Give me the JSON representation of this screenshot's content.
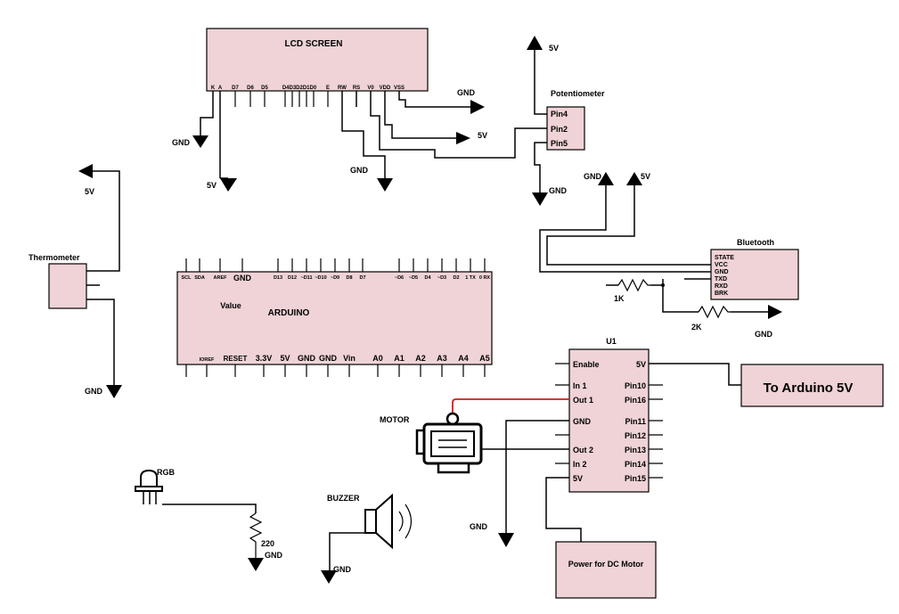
{
  "lcd": {
    "title": "LCD SCREEN",
    "pins": [
      "K",
      "A",
      "D7",
      "D6",
      "D5",
      "D4D3D2D1D0",
      "E",
      "RW",
      "RS",
      "V0",
      "VDD",
      "VSS"
    ]
  },
  "potentiometer": {
    "title": "Potentiometer",
    "pins": [
      "Pin4",
      "Pin2",
      "Pin5"
    ]
  },
  "bluetooth": {
    "title": "Bluetooth",
    "pins": [
      "STATE",
      "VCC",
      "GND",
      "TXD",
      "RXD",
      "BRK"
    ]
  },
  "thermometer": {
    "title": "Thermometer"
  },
  "arduino": {
    "title": "ARDUINO",
    "value_label": "Value",
    "top_pins": [
      "SCL",
      "SDA",
      "AREF",
      "GND",
      "D13",
      "D12",
      "~D11",
      "~D10",
      "~D9",
      "D8",
      "D7",
      "~D6",
      "~D5",
      "D4",
      "~D3",
      "D2",
      "1 TX",
      "0 RX"
    ],
    "bottom_pins": [
      "IOREF",
      "RESET",
      "3.3V",
      "5V",
      "GND",
      "GND",
      "Vin",
      "A0",
      "A1",
      "A2",
      "A3",
      "A4",
      "A5"
    ]
  },
  "u1": {
    "title": "U1",
    "left_pins": [
      "Enable",
      "In 1",
      "Out 1",
      "GND",
      "",
      "Out 2",
      "In 2",
      "5V"
    ],
    "right_pins": [
      "5V",
      "Pin10",
      "Pin16",
      "Pin11",
      "Pin12",
      "Pin13",
      "Pin14",
      "Pin15"
    ]
  },
  "to_arduino": {
    "label": "To Arduino 5V"
  },
  "motor_power": {
    "label": "Power for DC Motor"
  },
  "motor": {
    "label": "MOTOR"
  },
  "buzzer": {
    "label": "BUZZER"
  },
  "rgb": {
    "label": "RGB",
    "resistor": "220"
  },
  "resistors": {
    "r1": "1K",
    "r2": "2K"
  },
  "supply": {
    "gnd": "GND",
    "vcc": "5V"
  },
  "colors": {
    "box_fill": "#efd3d6",
    "wire": "#000000",
    "motor_wire": "#d11a1a"
  }
}
